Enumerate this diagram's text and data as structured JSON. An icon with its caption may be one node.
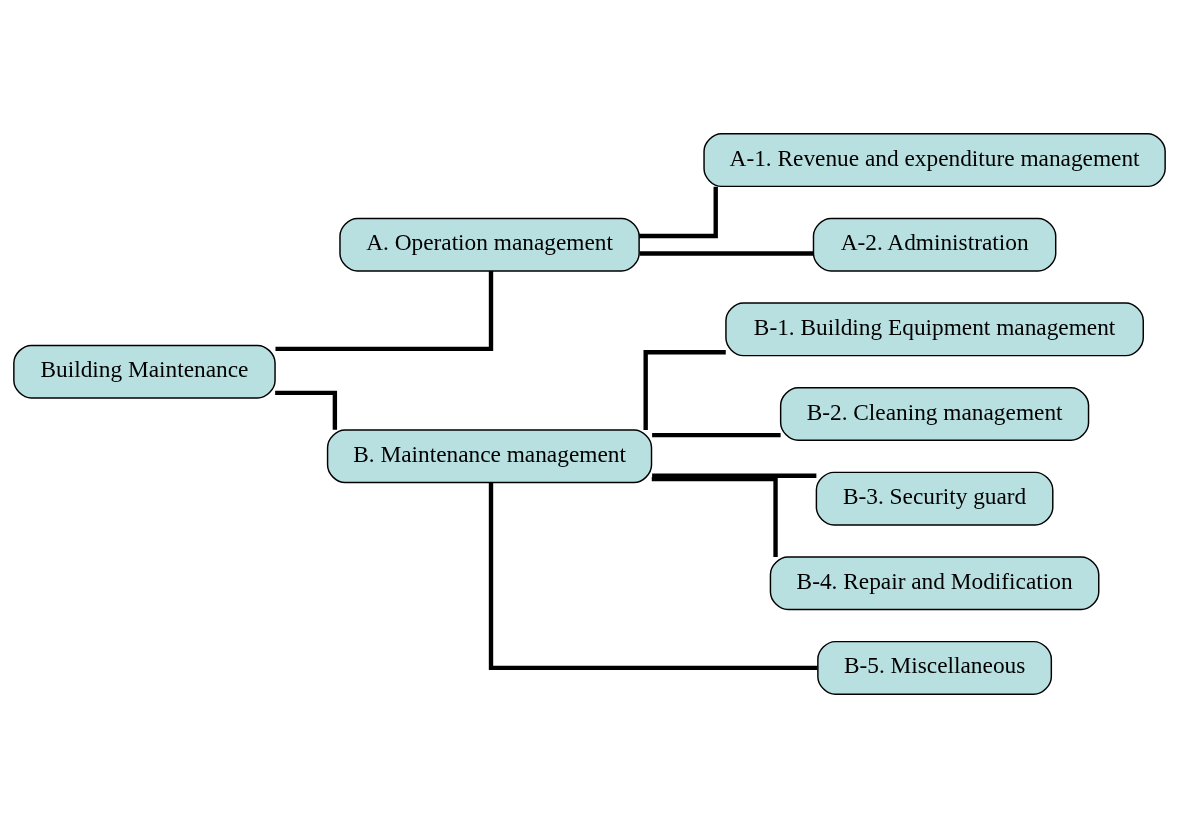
{
  "diagram": {
    "nodes": [
      {
        "text": [
          "Building Maintenance"
        ]
      },
      {
        "text": [
          "A. Operation management"
        ]
      },
      {
        "text": [
          "A-1. Revenue and expenditure management"
        ]
      },
      {
        "text": [
          "A-2. Administration"
        ]
      },
      {
        "text": [
          "B. Maintenance management"
        ]
      },
      {
        "text": [
          "B-1. Building Equipment management"
        ]
      },
      {
        "text": [
          "B-2. Cleaning management"
        ]
      },
      {
        "text": [
          "B-3. Security guard"
        ]
      },
      {
        "text": [
          "B-4. Repair and Modification"
        ]
      },
      {
        "text": [
          "B-5. Miscellaneous"
        ]
      }
    ],
    "edges": [
      {
        "from": 0,
        "to": 1,
        "arrow": "none"
      },
      {
        "from": 0,
        "to": 4,
        "arrow": "none"
      },
      {
        "from": 1,
        "to": 2,
        "arrow": "none"
      },
      {
        "from": 1,
        "to": 3,
        "arrow": "none"
      },
      {
        "from": 4,
        "to": 5,
        "arrow": "none"
      },
      {
        "from": 4,
        "to": 6,
        "arrow": "none"
      },
      {
        "from": 4,
        "to": 7,
        "arrow": "none"
      },
      {
        "from": 4,
        "to": 8,
        "arrow": "none"
      },
      {
        "from": 4,
        "to": 9,
        "arrow": "none"
      }
    ]
  }
}
